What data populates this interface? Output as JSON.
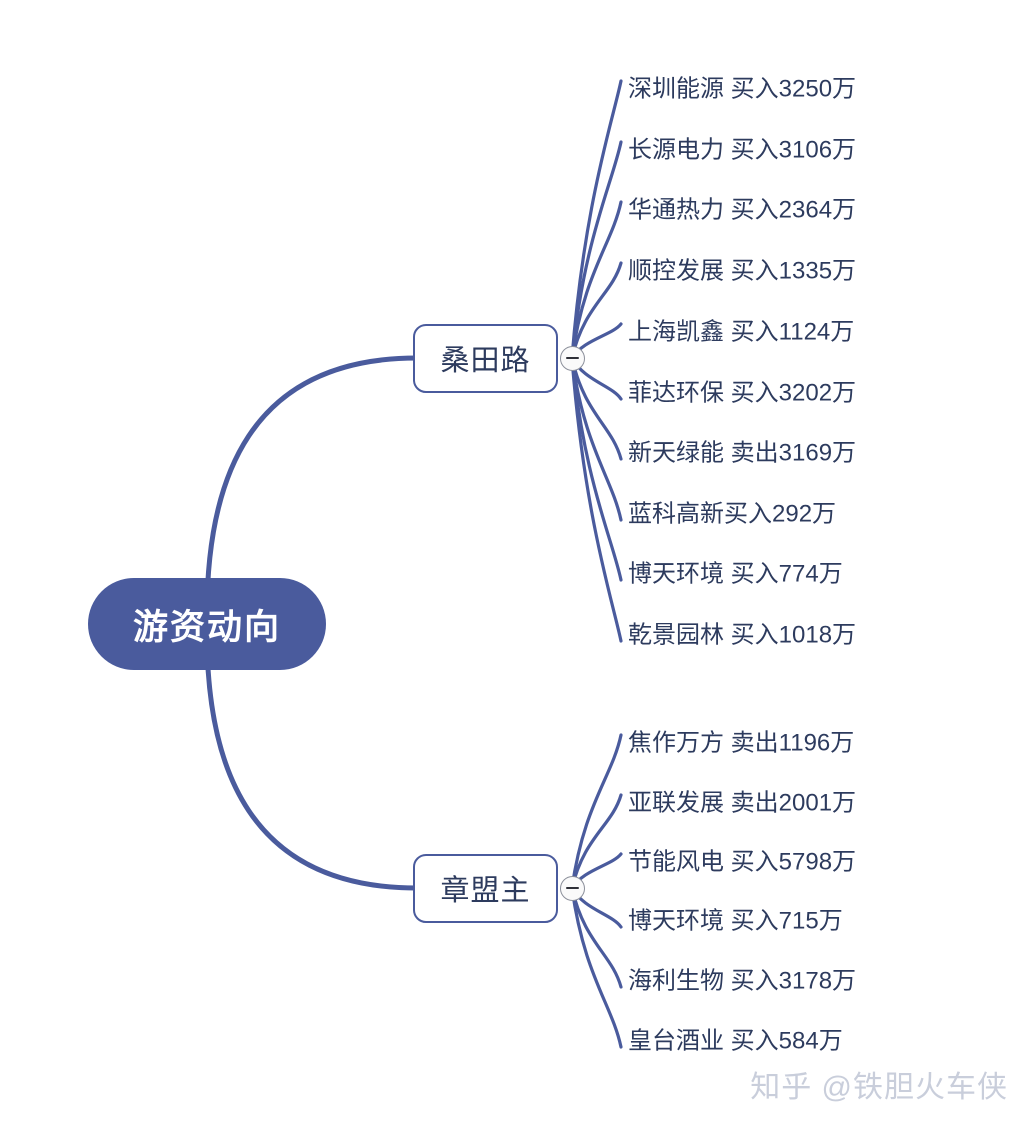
{
  "root": {
    "label": "游资动向"
  },
  "branches": [
    {
      "label": "桑田路",
      "collapse_icon": "minus",
      "children": [
        {
          "label": "深圳能源 买入3250万"
        },
        {
          "label": "长源电力 买入3106万"
        },
        {
          "label": "华通热力 买入2364万"
        },
        {
          "label": "顺控发展 买入1335万"
        },
        {
          "label": "上海凯鑫 买入1124万"
        },
        {
          "label": "菲达环保 买入3202万"
        },
        {
          "label": "新天绿能 卖出3169万"
        },
        {
          "label": "蓝科高新买入292万"
        },
        {
          "label": "博天环境 买入774万"
        },
        {
          "label": "乾景园林 买入1018万"
        }
      ]
    },
    {
      "label": "章盟主",
      "collapse_icon": "minus",
      "children": [
        {
          "label": "焦作万方 卖出1196万"
        },
        {
          "label": "亚联发展 卖出2001万"
        },
        {
          "label": "节能风电 买入5798万"
        },
        {
          "label": "博天环境 买入715万"
        },
        {
          "label": "海利生物 买入3178万"
        },
        {
          "label": "皇台酒业 买入584万"
        }
      ]
    }
  ],
  "watermark": "知乎 @铁胆火车侠",
  "colors": {
    "line": "#4A5B9D",
    "root_fill": "#4A5B9D",
    "root_text": "#FFFFFF",
    "node_border": "#4A5B9D",
    "node_text": "#2D3B5E",
    "watermark_text": "#C9CEDB",
    "background": "#FFFFFF"
  }
}
